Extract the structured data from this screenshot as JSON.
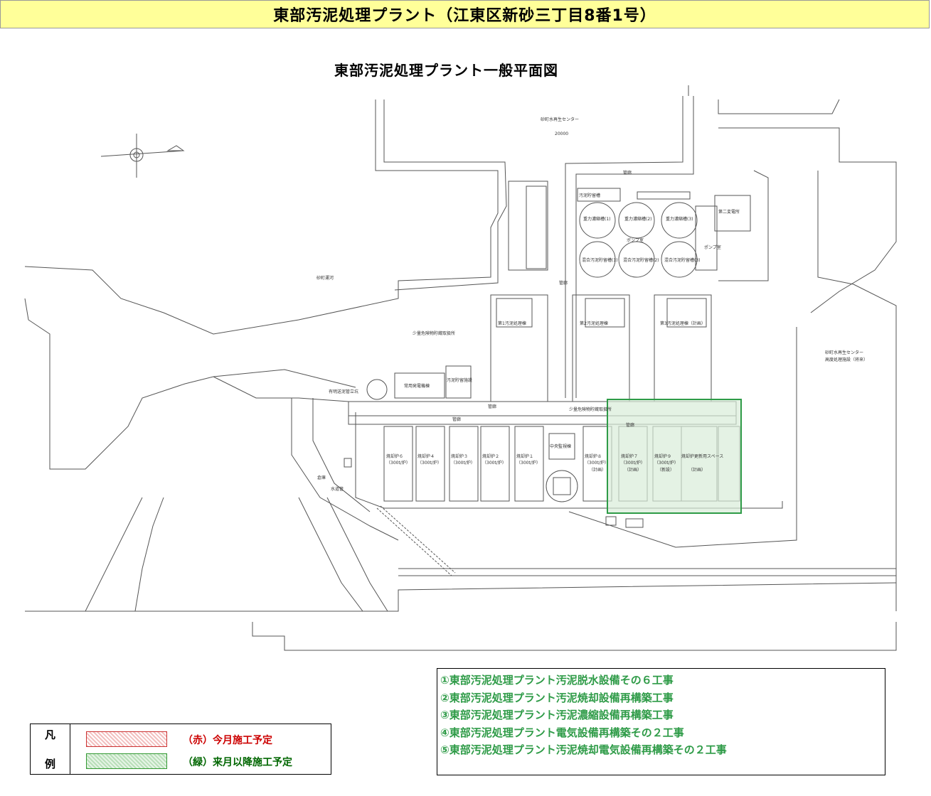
{
  "header": {
    "title": "東部汚泥処理プラント（江東区新砂三丁目8番1号）"
  },
  "plan": {
    "title": "東部汚泥処理プラント一般平面図",
    "labels": {
      "sunamachi_center": "砂町水再生センター",
      "sunamachi_canal": "砂町運河",
      "sunamachi_center_facility": "砂町水再生センター",
      "sunamachi_center_facility2": "高度処理施設（将来）",
      "sludge_tank": "汚泥貯留槽",
      "kanro": "管廊",
      "kanro2": "管廊",
      "kanro3": "管廊",
      "kanro4": "管廊",
      "kanro5": "管廊",
      "pump_station": "ポンプ室",
      "second_substation": "第二変電所",
      "thickener1": "重力濃縮槽(1)",
      "thickener2": "重力濃縮槽(2)",
      "thickener3": "重力濃縮槽(3)",
      "mix_tank1": "混合汚泥貯留槽(1)",
      "mix_tank2": "混合汚泥貯留槽(2)",
      "mix_tank3": "混合汚泥貯留槽(3)",
      "pump_room_center": "ポンプ室",
      "dewater1": "第1汚泥処理棟",
      "dewater2": "第2汚泥処理棟",
      "dewater3": "第3汚泥処理棟（計画）",
      "hazmat_store": "少量危険物貯蔵取扱所",
      "hazmat_store2": "少量危険物貯蔵取扱所",
      "power_bldg": "常用発電機棟",
      "sludge_storage": "汚泥貯留施設",
      "inc6": "焼却炉６",
      "inc4": "焼却炉４",
      "inc3": "焼却炉３",
      "inc2": "焼却炉２",
      "inc1": "焼却炉１",
      "inc8": "焼却炉８",
      "inc7": "焼却炉７",
      "inc9": "焼却炉９",
      "future_space": "焼却炉更新用スペース",
      "cap": "（300t/炉）",
      "cap_plan": "（計画）",
      "cap_new": "（新設）",
      "cap_future": "（計画）",
      "storage_shed": "倉庫",
      "water_tank": "水道管",
      "harbor_shaft": "有明送泥管立坑",
      "central_monitor": "中央監視棟",
      "spec_value": "20000"
    }
  },
  "legend": {
    "header_top": "凡",
    "header_bottom": "例",
    "red_label": "（赤）今月施工予定",
    "green_label": "（緑）来月以降施工予定",
    "colors": {
      "red": "#cc0000",
      "green": "#006600",
      "highlight": "#2e9b47"
    }
  },
  "works": [
    "①東部汚泥処理プラント汚泥脱水設備その６工事",
    "②東部汚泥処理プラント汚泥焼却設備再構築工事",
    "③東部汚泥処理プラント汚泥濃縮設備再構築工事",
    "④東部汚泥処理プラント電気設備再構築その２工事",
    "⑤東部汚泥処理プラント汚泥焼却電気設備再構築その２工事"
  ]
}
